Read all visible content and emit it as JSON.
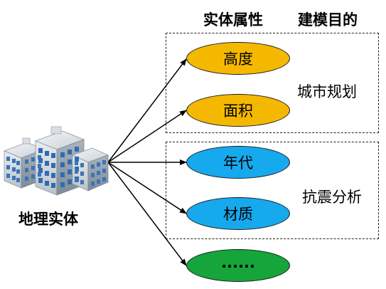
{
  "headers": {
    "attributes": "实体属性",
    "purpose": "建模目的"
  },
  "entity": {
    "label": "地理实体",
    "icon": "building-icon"
  },
  "groups": [
    {
      "purpose": "城市规划",
      "attributes": [
        "高度",
        "面积"
      ]
    },
    {
      "purpose": "抗震分析",
      "attributes": [
        "年代",
        "材质"
      ]
    }
  ],
  "more": "......",
  "colors": {
    "orange": "#F5B800",
    "blue": "#17A9EE",
    "green": "#16A53A"
  }
}
